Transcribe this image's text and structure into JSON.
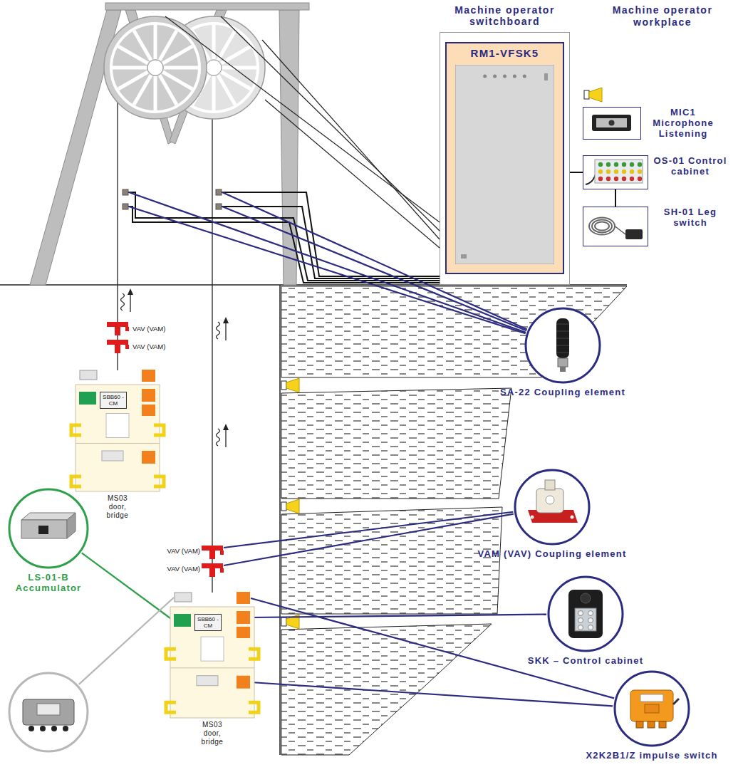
{
  "diagram": {
    "nodes": [
      {
        "text": [
          "Machine operator switchboard"
        ]
      },
      {
        "text": [
          "RM1-VFSK5"
        ],
        "in": 0
      },
      {
        "text": [
          "MIC1 Microphone Listening"
        ]
      },
      {
        "text": [
          "OS-01 Control cabinet"
        ]
      },
      {
        "text": [
          "SH-01 Leg switch"
        ]
      },
      {
        "text": [
          "SA-22 Coupling element"
        ]
      },
      {
        "text": [
          "MS03 door, bridge"
        ]
      },
      {
        "text": [
          "SBB60 -CM"
        ],
        "in": 6
      },
      {
        "text": [
          "VAM (VAV) Coupling element"
        ]
      },
      {
        "text": [
          "LS-01-B Accumulator"
        ]
      },
      {
        "text": [
          "SKK – Control cabinet"
        ]
      },
      {
        "text": [
          "MS03 door, bridge"
        ]
      },
      {
        "text": [
          "SBB60 -CM"
        ],
        "in": 11
      },
      {
        "text": [
          "X2K2B1/Z impulse switch"
        ]
      }
    ],
    "edges": [
      {
        "from": 1,
        "to": 3,
        "arrow": "none"
      },
      {
        "from": 3,
        "to": 4,
        "arrow": "none"
      }
    ],
    "labels": [
      "Machine operator workplace",
      "VAV (VAM)",
      "VAV (VAM)",
      "VAV (VAM)",
      "VAV (VAM)"
    ]
  }
}
